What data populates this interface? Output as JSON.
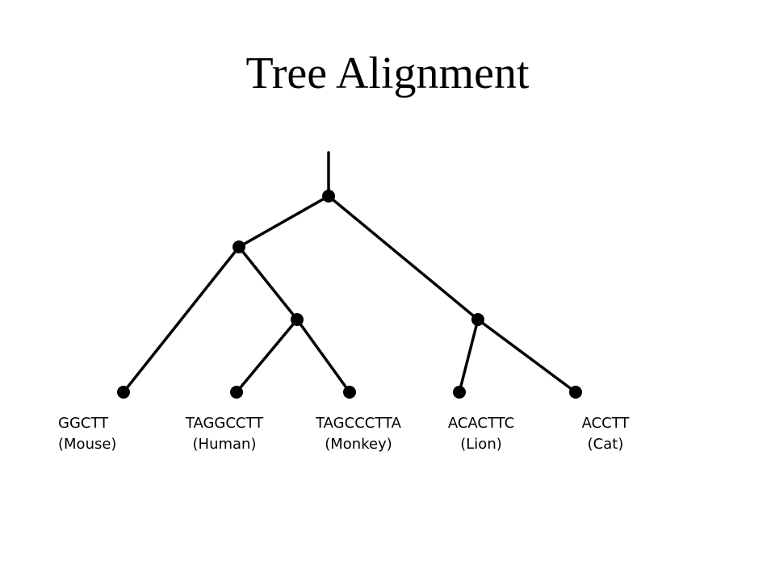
{
  "title": "Tree Alignment",
  "leaves": [
    {
      "sequence": "GGCTT",
      "species": "(Mouse)"
    },
    {
      "sequence": "TAGGCCTT",
      "species": "(Human)"
    },
    {
      "sequence": "TAGCCCTTA",
      "species": "(Monkey)"
    },
    {
      "sequence": "ACACTTC",
      "species": "(Lion)"
    },
    {
      "sequence": "ACCTT",
      "species": "(Cat)"
    }
  ],
  "colors": {
    "foreground": "#000000",
    "background": "#ffffff"
  }
}
